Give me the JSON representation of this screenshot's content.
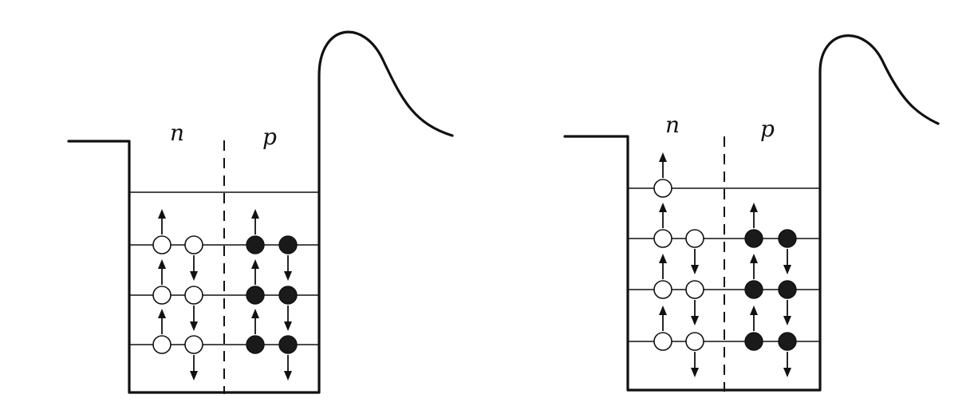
{
  "panels": [
    {
      "id": "left",
      "labels": {
        "n": "n",
        "p": "p"
      },
      "neutron_levels": [
        {
          "name": "level-4",
          "occupancy": 0
        },
        {
          "name": "level-3",
          "occupancy": 2
        },
        {
          "name": "level-2",
          "occupancy": 2
        },
        {
          "name": "level-1",
          "occupancy": 2
        }
      ],
      "proton_levels": [
        {
          "name": "level-4",
          "occupancy": 0
        },
        {
          "name": "level-3",
          "occupancy": 2
        },
        {
          "name": "level-2",
          "occupancy": 2
        },
        {
          "name": "level-1",
          "occupancy": 2
        }
      ]
    },
    {
      "id": "right",
      "labels": {
        "n": "n",
        "p": "p"
      },
      "neutron_levels": [
        {
          "name": "level-4",
          "occupancy": 1
        },
        {
          "name": "level-3",
          "occupancy": 2
        },
        {
          "name": "level-2",
          "occupancy": 2
        },
        {
          "name": "level-1",
          "occupancy": 2
        }
      ],
      "proton_levels": [
        {
          "name": "level-4",
          "occupancy": 0
        },
        {
          "name": "level-3",
          "occupancy": 2
        },
        {
          "name": "level-2",
          "occupancy": 2
        },
        {
          "name": "level-1",
          "occupancy": 2
        }
      ]
    }
  ],
  "colors": {
    "ink": "#111111",
    "neutron_fill": "#ffffff",
    "proton_fill": "#1a1a1a",
    "background": "#ffffff"
  }
}
